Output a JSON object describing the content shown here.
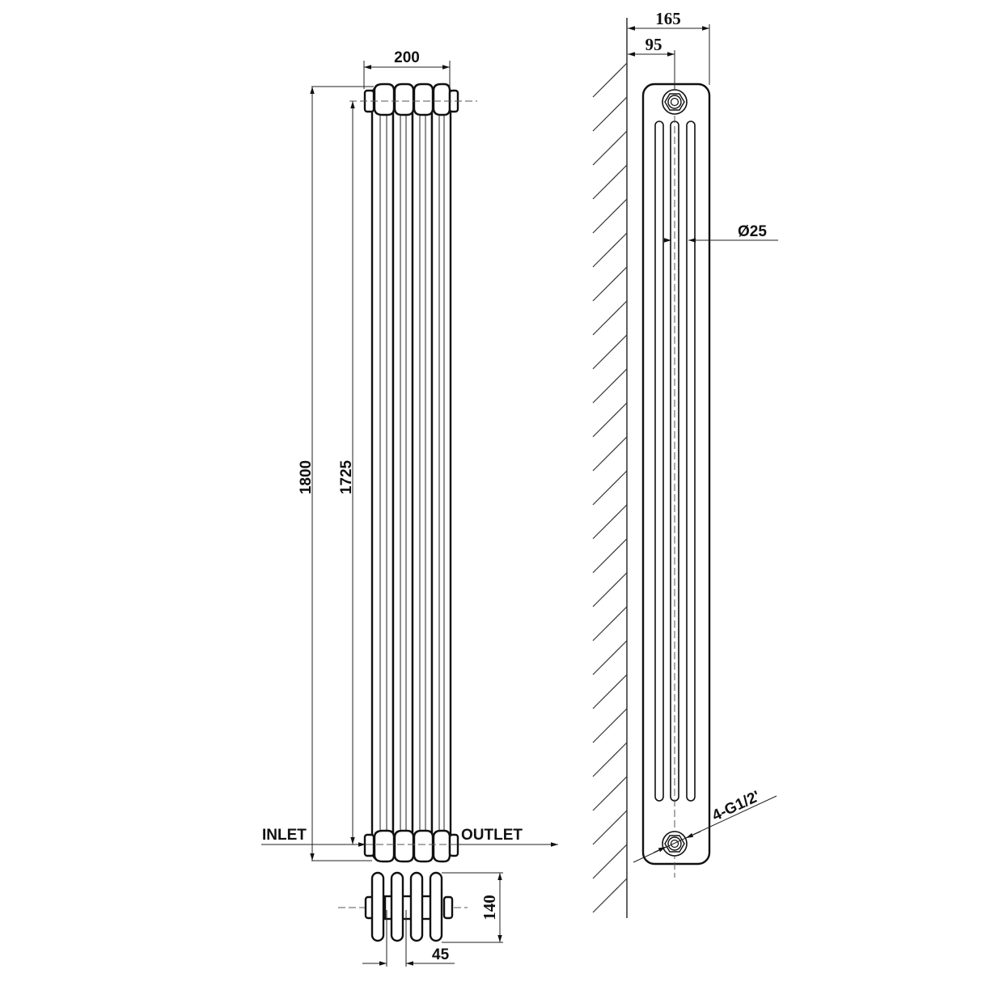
{
  "drawing": {
    "subject": "3-column vertical radiator technical drawing",
    "views": {
      "front": {
        "dim_width": "200",
        "dim_overall_height": "1800",
        "dim_pipe_centres": "1725",
        "label_inlet": "INLET",
        "label_outlet": "OUTLET",
        "column_count": 4
      },
      "bottom": {
        "dim_depth": "140",
        "dim_column_pitch": "45"
      },
      "side": {
        "dim_wall_to_front": "165",
        "dim_wall_to_centre": "95",
        "dim_tube_diameter": "Ø25",
        "dim_connections": "4-G1/2'"
      }
    },
    "colors": {
      "line": "#111111",
      "background": "#ffffff",
      "centerline": "#555555"
    }
  }
}
